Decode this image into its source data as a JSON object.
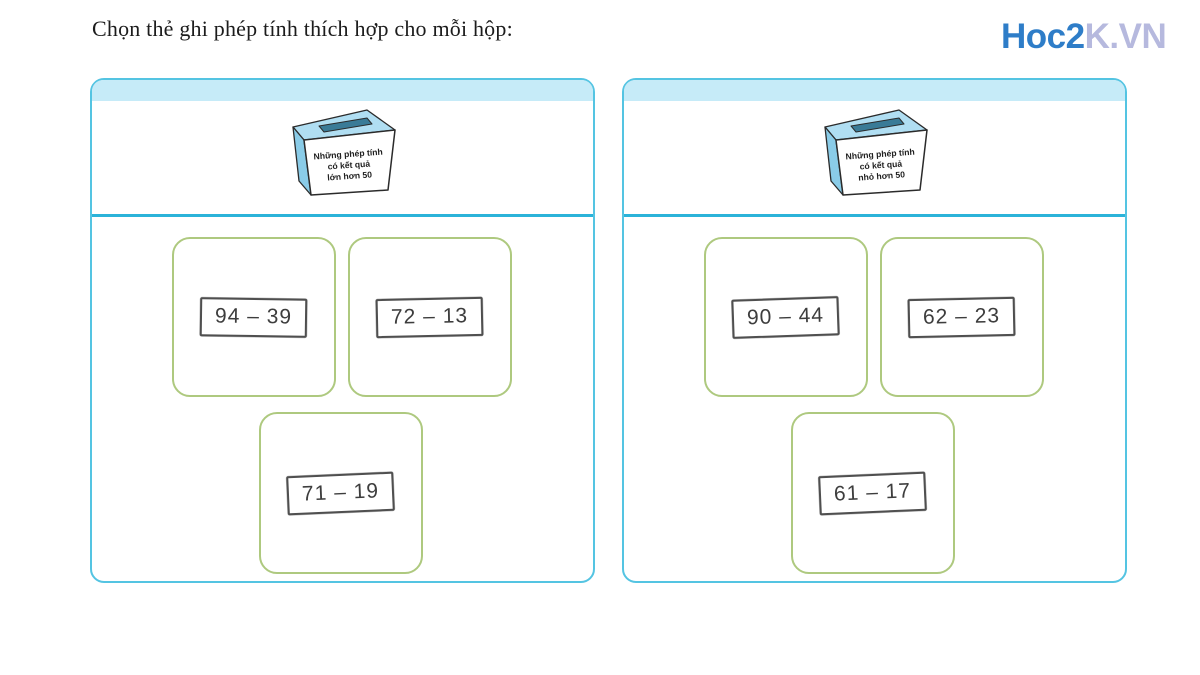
{
  "title": "Chọn thẻ ghi phép tính thích hợp cho mỗi hộp:",
  "logo": {
    "part1": "Hoc2",
    "part2": "K.VN"
  },
  "colors": {
    "panel_border": "#54c4e2",
    "panel_header_bg": "#c6ebf8",
    "divider": "#2bb3d9",
    "card_border": "#aec97f",
    "box_top": "#b0def2",
    "box_side": "#8acce8",
    "box_slot": "#3a7b97",
    "box_outline": "#2b2b2b",
    "expression_border": "#4f4f4f",
    "expression_text": "#3d3d3d",
    "logo_part1": "#2e7dc8",
    "logo_part2": "#b6b9de",
    "title_text": "#1c1c1c"
  },
  "panels": [
    {
      "box_label_lines": [
        "Những phép tính",
        "có kết quả",
        "lớn hơn 50"
      ],
      "cards": [
        "94 – 39",
        "72 – 13",
        "71 – 19"
      ]
    },
    {
      "box_label_lines": [
        "Những phép tính",
        "có kết quả",
        "nhỏ hơn 50"
      ],
      "cards": [
        "90 – 44",
        "62 – 23",
        "61 – 17"
      ]
    }
  ]
}
